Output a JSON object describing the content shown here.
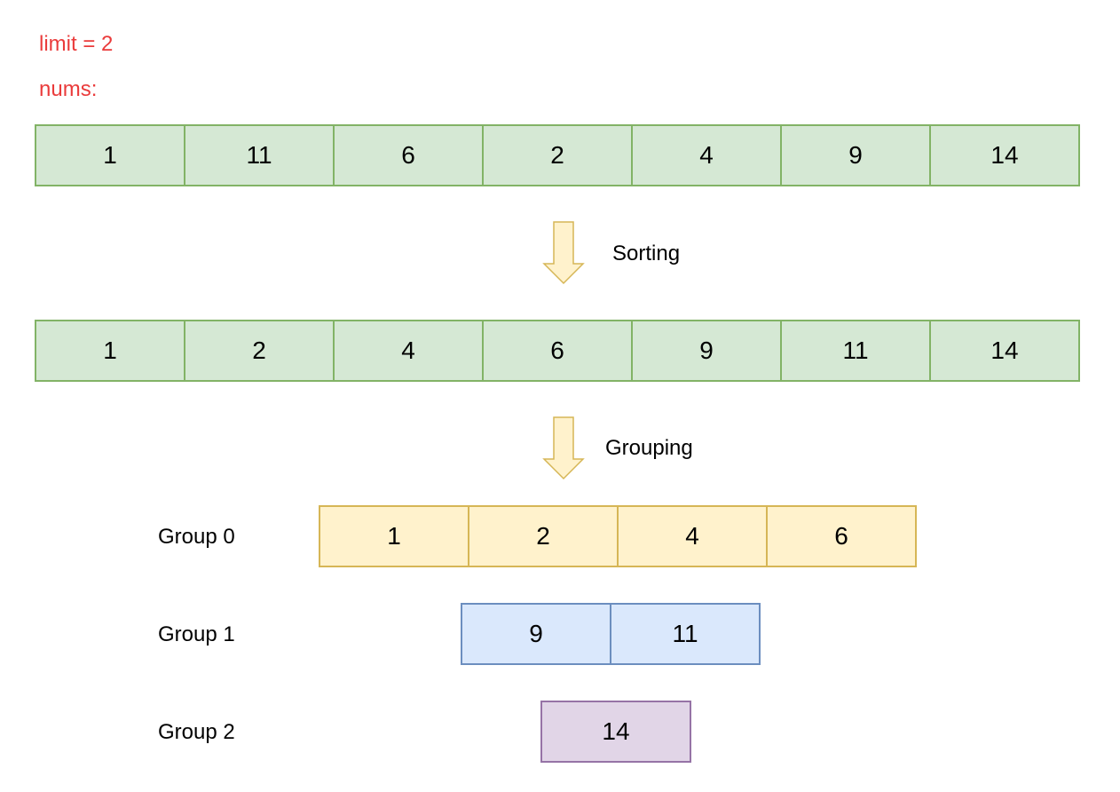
{
  "header": {
    "limit_text": "limit = 2",
    "nums_text": "nums:"
  },
  "colors": {
    "header_text": "#ea3b3b",
    "array_fill": "#d5e8d4",
    "array_border": "#82b366",
    "group0_fill": "#fff2cc",
    "group0_border": "#d6b656",
    "group1_fill": "#dae8fc",
    "group1_border": "#6c8ebf",
    "group2_fill": "#e1d5e7",
    "group2_border": "#9673a6",
    "arrow_fill": "#fff2cc",
    "arrow_border": "#d6b656"
  },
  "nums": [
    "1",
    "11",
    "6",
    "2",
    "4",
    "9",
    "14"
  ],
  "steps": {
    "sorting": "Sorting",
    "grouping": "Grouping"
  },
  "sorted": [
    "1",
    "2",
    "4",
    "6",
    "9",
    "11",
    "14"
  ],
  "groups": [
    {
      "label": "Group 0",
      "values": [
        "1",
        "2",
        "4",
        "6"
      ]
    },
    {
      "label": "Group 1",
      "values": [
        "9",
        "11"
      ]
    },
    {
      "label": "Group 2",
      "values": [
        "14"
      ]
    }
  ]
}
